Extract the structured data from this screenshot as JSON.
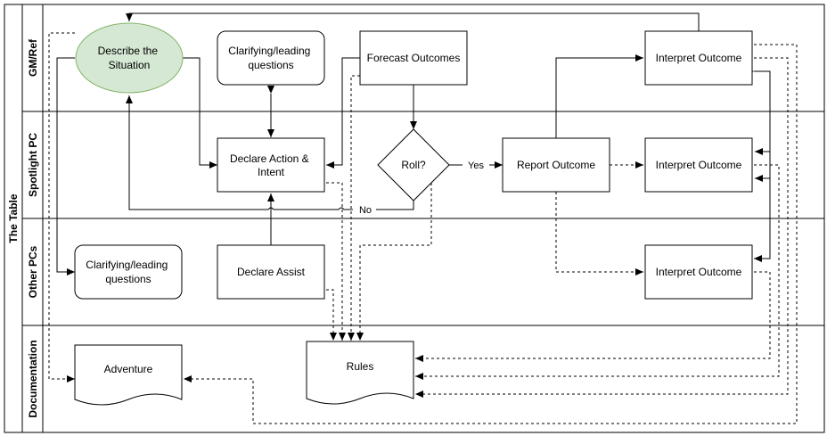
{
  "pool": {
    "title": "The Table"
  },
  "lanes": {
    "gm": "GM/Ref",
    "spotlight": "Spotlight PC",
    "other": "Other PCs",
    "docs": "Documentation"
  },
  "nodes": {
    "describe": [
      "Describe the",
      "Situation"
    ],
    "clarify_gm": [
      "Clarifying/leading",
      "questions"
    ],
    "forecast": [
      "Forecast Outcomes"
    ],
    "interpret_gm": [
      "Interpret Outcome"
    ],
    "declare_action": [
      "Declare Action &",
      "Intent"
    ],
    "roll": [
      "Roll?"
    ],
    "report": [
      "Report Outcome"
    ],
    "interpret_spot": [
      "Interpret Outcome"
    ],
    "clarify_other": [
      "Clarifying/leading",
      "questions"
    ],
    "declare_assist": [
      "Declare Assist"
    ],
    "interpret_other": [
      "Interpret Outcome"
    ],
    "adventure": [
      "Adventure"
    ],
    "rules": [
      "Rules"
    ]
  },
  "edges": {
    "yes": "Yes",
    "no": "No"
  },
  "colors": {
    "ellipse_fill": "#d5e8d4",
    "ellipse_stroke": "#82b366",
    "line": "#000000"
  }
}
